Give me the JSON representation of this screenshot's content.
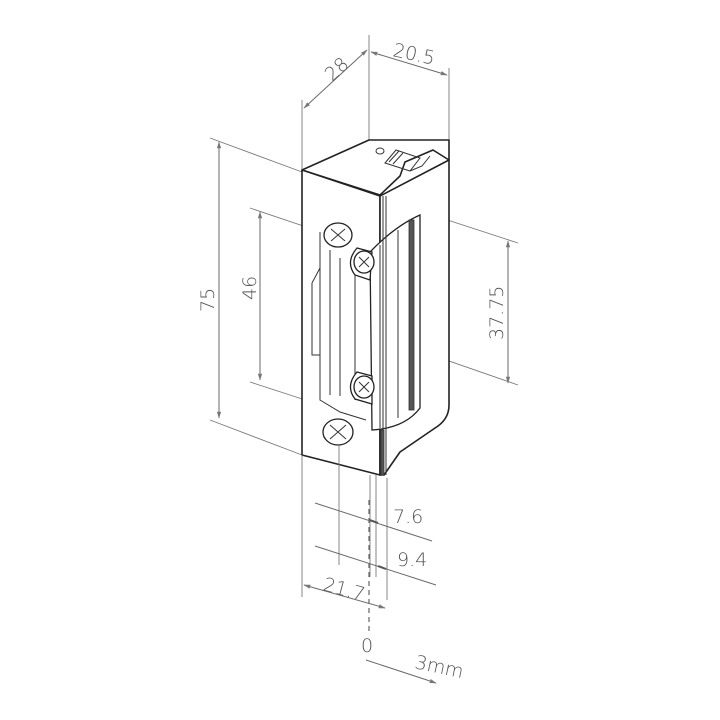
{
  "drawing": {
    "subject": "electric door strike",
    "dimensions": {
      "depth": "28",
      "width_top": "20.5",
      "height_total": "75",
      "screw_spacing": "46",
      "latch_height": "37.75",
      "offset_1": "7.6",
      "offset_2": "9.4",
      "faceplate_width": "21.7",
      "zero_mark": "0",
      "adjust_range": "3mm"
    },
    "colors": {
      "line": "#222222",
      "dimension": "#6a6a6a",
      "text": "#555555",
      "background": "#ffffff"
    }
  }
}
